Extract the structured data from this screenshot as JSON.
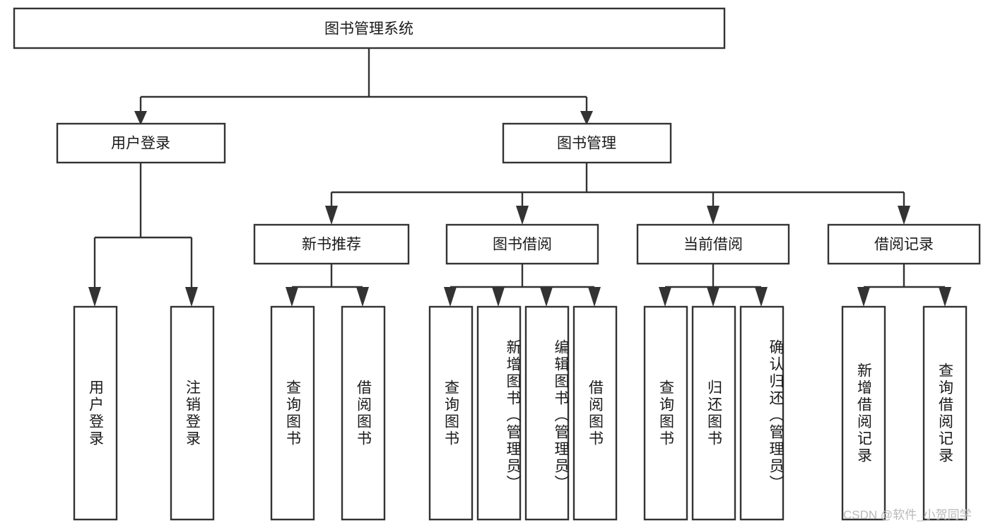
{
  "diagram": {
    "title": "图书管理系统",
    "type": "hierarchy-tree",
    "orientation": "top-down",
    "root": {
      "label": "图书管理系统"
    },
    "level2": [
      {
        "label": "用户登录"
      },
      {
        "label": "图书管理"
      }
    ],
    "level3": [
      {
        "label": "新书推荐"
      },
      {
        "label": "图书借阅"
      },
      {
        "label": "当前借阅"
      },
      {
        "label": "借阅记录"
      }
    ],
    "leaves": {
      "user_login": [
        {
          "label": "用户登录"
        },
        {
          "label": "注销登录"
        }
      ],
      "new_book_recommend": [
        {
          "label": "查询图书"
        },
        {
          "label": "借阅图书"
        }
      ],
      "book_borrow": [
        {
          "label": "查询图书"
        },
        {
          "label": "新增图书（管理员）"
        },
        {
          "label": "编辑图书（管理员）"
        },
        {
          "label": "借阅图书"
        }
      ],
      "current_borrow": [
        {
          "label": "查询图书"
        },
        {
          "label": "归还图书"
        },
        {
          "label": "确认归还（管理员）"
        }
      ],
      "borrow_record": [
        {
          "label": "新增借阅记录"
        },
        {
          "label": "查询借阅记录"
        }
      ]
    },
    "watermark": "CSDN @软件_小贺同学",
    "colors": {
      "stroke": "#333333",
      "fill": "#ffffff",
      "text": "#1a1a1a",
      "watermark": "#b9b9b9"
    }
  }
}
